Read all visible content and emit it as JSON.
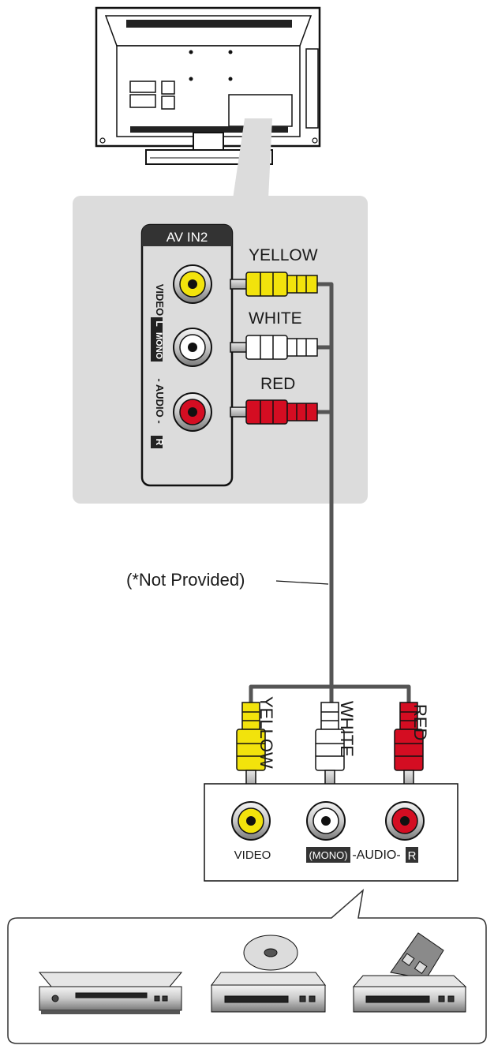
{
  "tv_panel": {
    "title": "AV IN2",
    "port_labels": {
      "video": "VIDEO",
      "l": "L",
      "mono": "MONO",
      "audio": "- AUDIO -",
      "r": "R"
    },
    "cable_labels": {
      "yellow": "YELLOW",
      "white": "WHITE",
      "red": "RED"
    }
  },
  "cable_note": "(*Not Provided)",
  "device_panel": {
    "plug_labels": {
      "yellow": "YELLOW",
      "white": "WHITE",
      "red": "RED"
    },
    "video_label": "VIDEO",
    "mono_label": "(MONO)",
    "audio_label": "-AUDIO-",
    "r_label": "R"
  },
  "colors": {
    "yellow": "#f2e30c",
    "white": "#ffffff",
    "red": "#d40d22",
    "cable": "#555555",
    "panel": "#dcdcdc"
  },
  "devices": [
    "dvd-player-icon",
    "disc-player-icon",
    "vcr-icon"
  ]
}
